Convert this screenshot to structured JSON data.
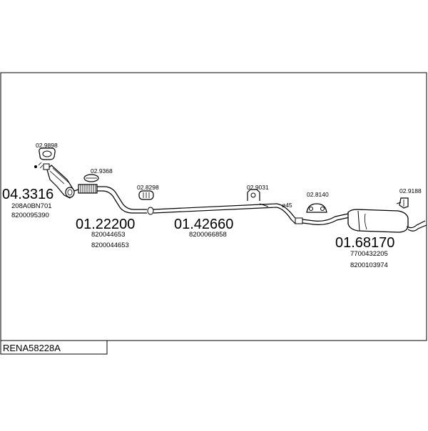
{
  "parts": [
    {
      "number": "04.3316",
      "refs": [
        "208A0BN701",
        "8200095390"
      ]
    },
    {
      "number": "01.22200",
      "refs": [
        "820044653",
        "8200044653"
      ]
    },
    {
      "number": "01.42660",
      "refs": [
        "8200066858"
      ]
    },
    {
      "number": "01.68170",
      "refs": [
        "7700432205",
        "8200103974"
      ]
    }
  ],
  "fittings": [
    {
      "code": "02.9898"
    },
    {
      "code": "02.9368"
    },
    {
      "code": "02.8298"
    },
    {
      "code": "02.9031"
    },
    {
      "code": "02.8140"
    },
    {
      "code": "02.9188"
    }
  ],
  "pipe_size": "ø45",
  "reference": "RENA58228A"
}
